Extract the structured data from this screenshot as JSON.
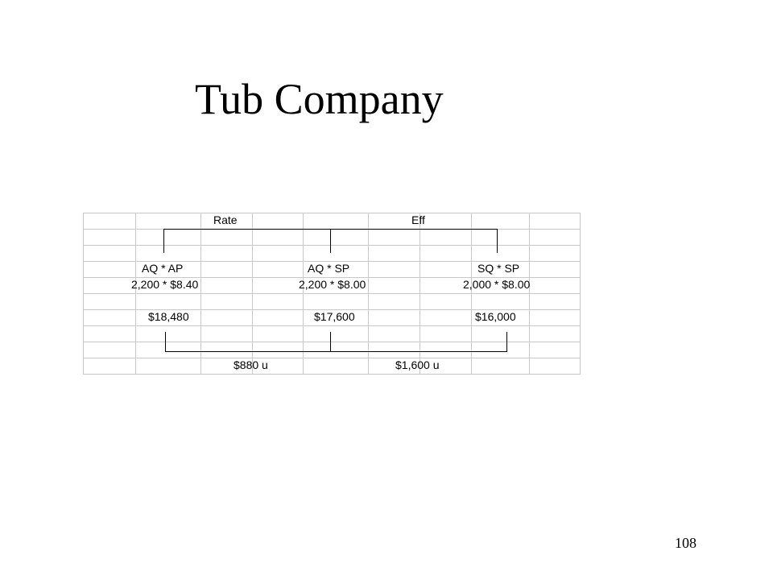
{
  "title": "Tub Company",
  "page_number": "108",
  "labels": {
    "rate": "Rate",
    "eff": "Eff",
    "aq_ap": "AQ * AP",
    "aq_sp": "AQ * SP",
    "sq_sp": "SQ * SP",
    "calc_actual": "2,200 * $8.40",
    "calc_aq_std": "2,200 * $8.00",
    "calc_std": "2,000 * $8.00",
    "amount_actual": "$18,480",
    "amount_aq_std": "$17,600",
    "amount_std": "$16,000",
    "rate_variance": "$880 u",
    "eff_variance": "$1,600 u"
  }
}
